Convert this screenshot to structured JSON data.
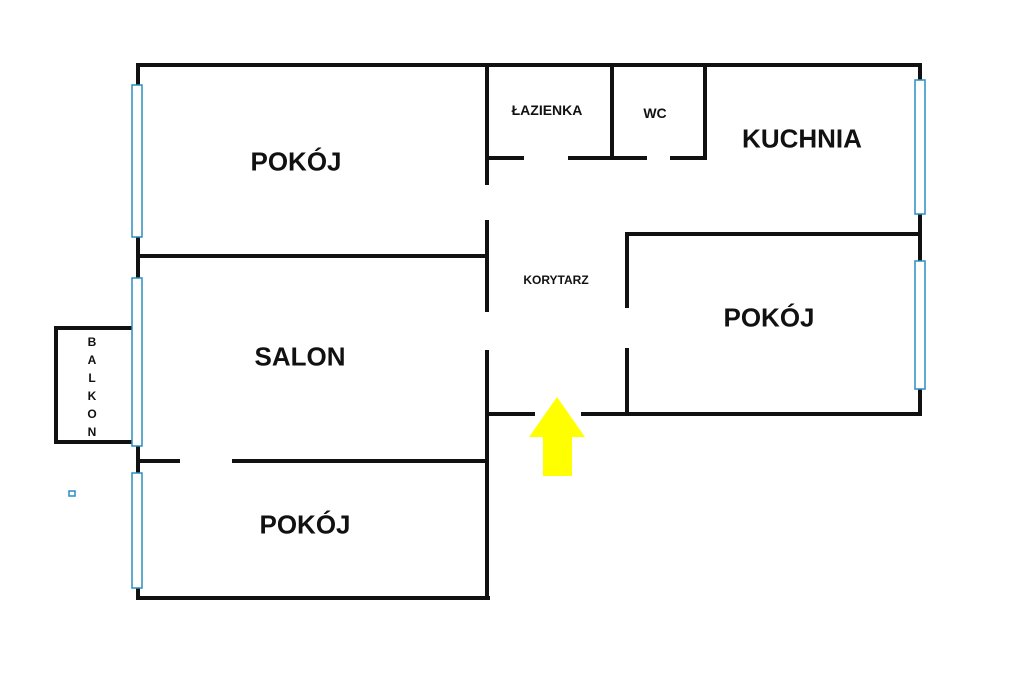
{
  "rooms": {
    "pokoj_top_left": "POKÓJ",
    "lazienka": "ŁAZIENKA",
    "wc": "WC",
    "kuchnia": "KUCHNIA",
    "korytarz": "KORYTARZ",
    "pokoj_right": "POKÓJ",
    "salon": "SALON",
    "pokoj_bottom_left": "POKÓJ"
  },
  "balkon_letters": [
    "B",
    "A",
    "L",
    "K",
    "O",
    "N"
  ],
  "colors": {
    "walls": "#111111",
    "windows": "#2a8fc1",
    "entrance_arrow": "#ffff00"
  },
  "icons": {
    "entrance": "arrow-up-icon"
  }
}
